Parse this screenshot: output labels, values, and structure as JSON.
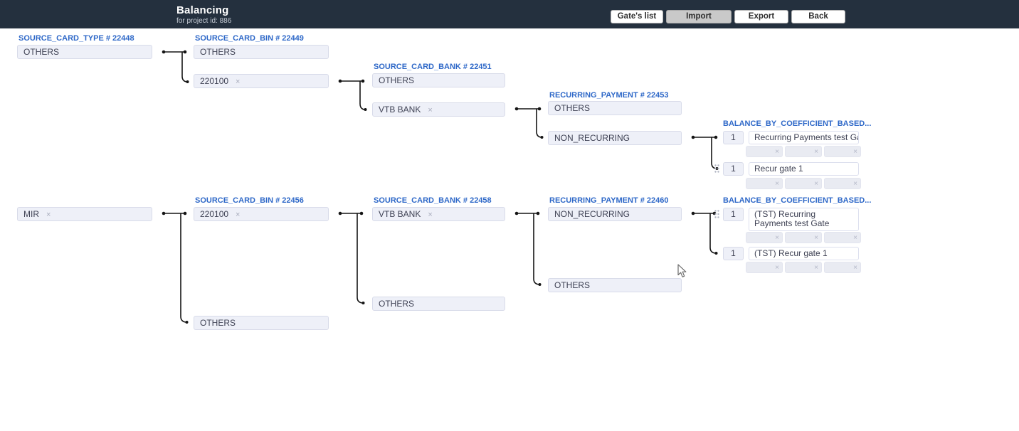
{
  "app": {
    "title": "Balancing",
    "subtitle": "for project id: 886"
  },
  "toolbar": {
    "buttons": [
      {
        "label": "Gate's list"
      },
      {
        "label": "Import"
      },
      {
        "label": "Export"
      },
      {
        "label": "Back"
      }
    ]
  },
  "icons": {
    "remove": "×"
  },
  "colors": {
    "topbar_bg": "#24303e",
    "accent_blue": "#2e68c8",
    "chip_bg": "#eef0f8",
    "chip_border": "#d8dbe9",
    "slot_bg": "#e9ebf2",
    "active_button_bg": "#c9c9c9",
    "connector": "#151515"
  },
  "tree": {
    "groups": [
      {
        "columns": [
          {
            "header": "SOURCE_CARD_TYPE # 22448",
            "items": [
              {
                "label": "OTHERS",
                "removable": false
              }
            ]
          },
          {
            "header": "SOURCE_CARD_BIN # 22449",
            "items": [
              {
                "label": "OTHERS",
                "removable": false
              },
              {
                "label": "220100",
                "removable": true
              }
            ]
          },
          {
            "header": "SOURCE_CARD_BANK # 22451",
            "items": [
              {
                "label": "OTHERS",
                "removable": false
              },
              {
                "label": "VTB BANK",
                "removable": true
              }
            ]
          },
          {
            "header": "RECURRING_PAYMENT # 22453",
            "items": [
              {
                "label": "OTHERS",
                "removable": false
              },
              {
                "label": "NON_RECURRING",
                "removable": false
              }
            ]
          }
        ],
        "gates": {
          "header": "BALANCE_BY_COEFFICIENT_BASED...",
          "rows": [
            {
              "coefficient": "1",
              "name": "Recurring Payments test Gate"
            },
            {
              "coefficient": "1",
              "name": "Recur gate 1"
            }
          ]
        }
      },
      {
        "columns": [
          {
            "items": [
              {
                "label": "MIR",
                "removable": true
              }
            ]
          },
          {
            "header": "SOURCE_CARD_BIN # 22456",
            "items": [
              {
                "label": "220100",
                "removable": true
              },
              {
                "label": "OTHERS",
                "removable": false
              }
            ]
          },
          {
            "header": "SOURCE_CARD_BANK # 22458",
            "items": [
              {
                "label": "VTB BANK",
                "removable": true
              },
              {
                "label": "OTHERS",
                "removable": false
              }
            ]
          },
          {
            "header": "RECURRING_PAYMENT # 22460",
            "items": [
              {
                "label": "NON_RECURRING",
                "removable": false
              },
              {
                "label": "OTHERS",
                "removable": false
              }
            ]
          }
        ],
        "gates": {
          "header": "BALANCE_BY_COEFFICIENT_BASED...",
          "rows": [
            {
              "coefficient": "1",
              "name": "(TST) Recurring Payments test Gate"
            },
            {
              "coefficient": "1",
              "name": "(TST) Recur gate 1"
            }
          ]
        }
      }
    ]
  }
}
